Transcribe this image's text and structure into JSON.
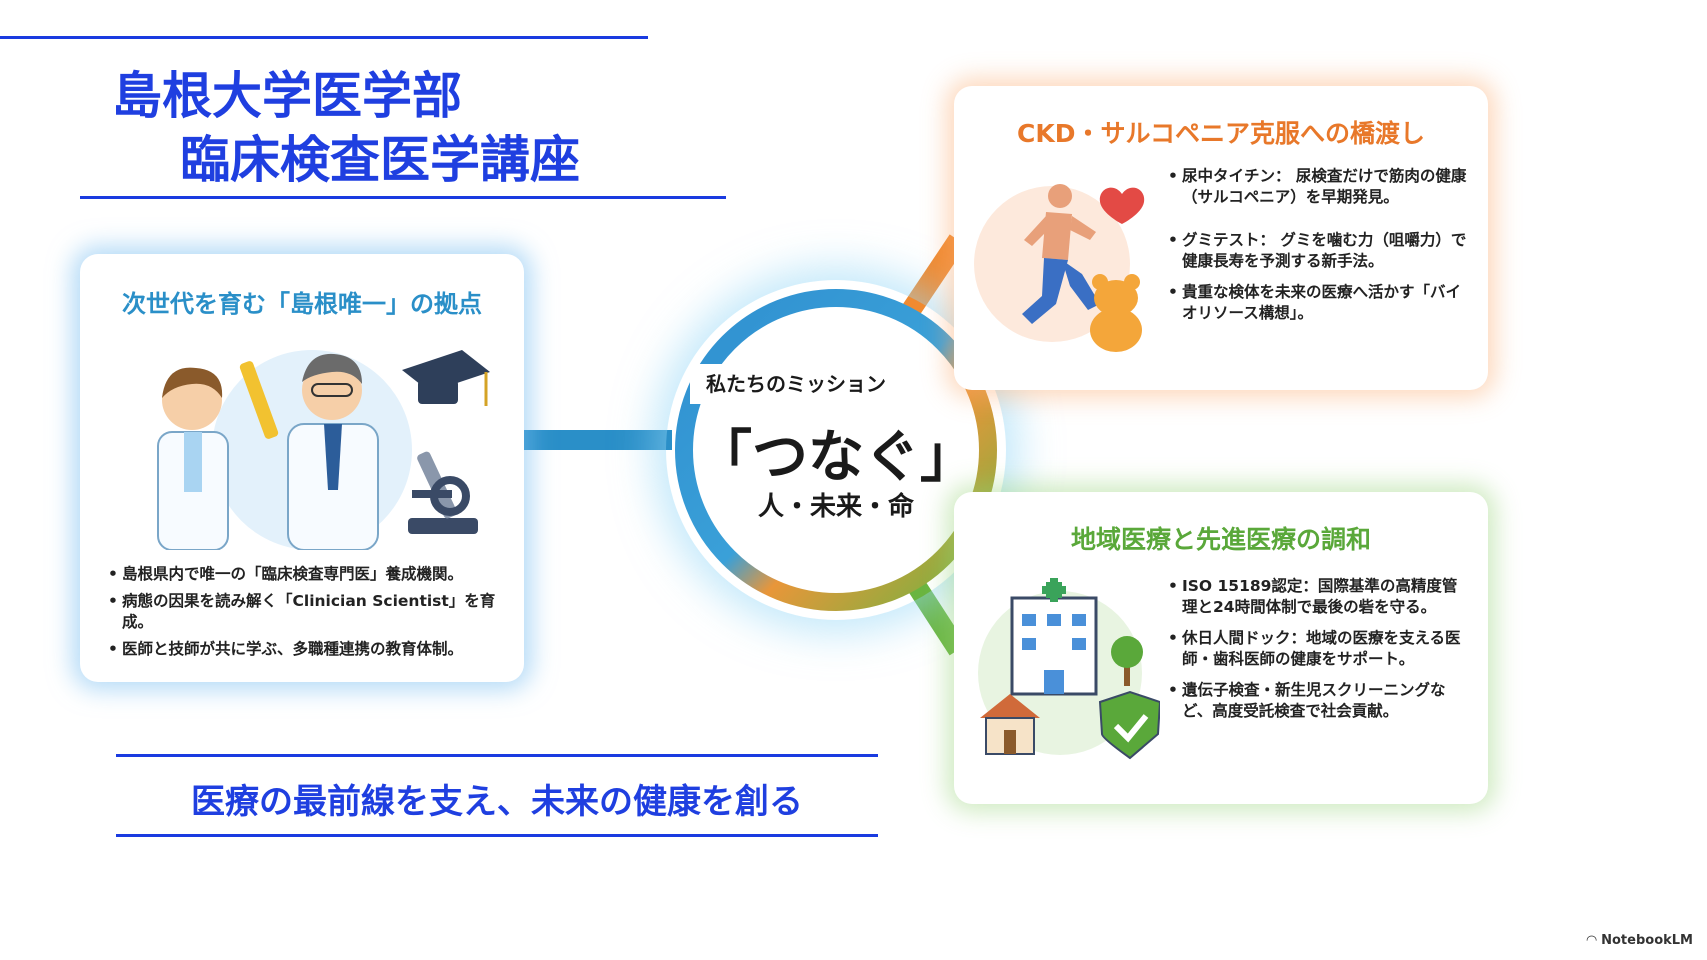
{
  "header": {
    "line1": "島根大学医学部",
    "line2": "臨床検査医学講座"
  },
  "mission": {
    "label": "私たちのミッション",
    "keyword": "「つなぐ」",
    "sub": "人・未来・命"
  },
  "left_card": {
    "title": "次世代を育む「島根唯一」の拠点",
    "bullets": [
      "島根県内で唯一の「臨床検査専門医」養成機関。",
      "病態の因果を読み解く「Clinician Scientist」を育成。",
      "医師と技師が共に学ぶ、多職種連携の教育体制。"
    ]
  },
  "top_card": {
    "title": "CKD・サルコペニア克服への橋渡し",
    "bullets": [
      "尿中タイチン： 尿検査だけで筋肉の健康（サルコペニア）を早期発見。",
      "グミテスト： グミを噛む力（咀嚼力）で健康長寿を予測する新手法。",
      "貴重な検体を未来の医療へ活かす「バイオリソース構想」。"
    ]
  },
  "bottom_card": {
    "title": "地域医療と先進医療の調和",
    "bullets": [
      "ISO 15189認定：国際基準の高精度管理と24時間体制で最後の砦を守る。",
      "休日人間ドック：地域の医療を支える医師・歯科医師の健康をサポート。",
      "遺伝子検査・新生児スクリーニングなど、高度受託検査で社会貢献。"
    ]
  },
  "footer": {
    "tagline": "医療の最前線を支え、未来の健康を創る",
    "brand": "NotebookLM"
  },
  "colors": {
    "accent_blue": "#1f3fe0",
    "left_title": "#2a8fc8",
    "top_title": "#e8782a",
    "bottom_title": "#5aa83a"
  }
}
